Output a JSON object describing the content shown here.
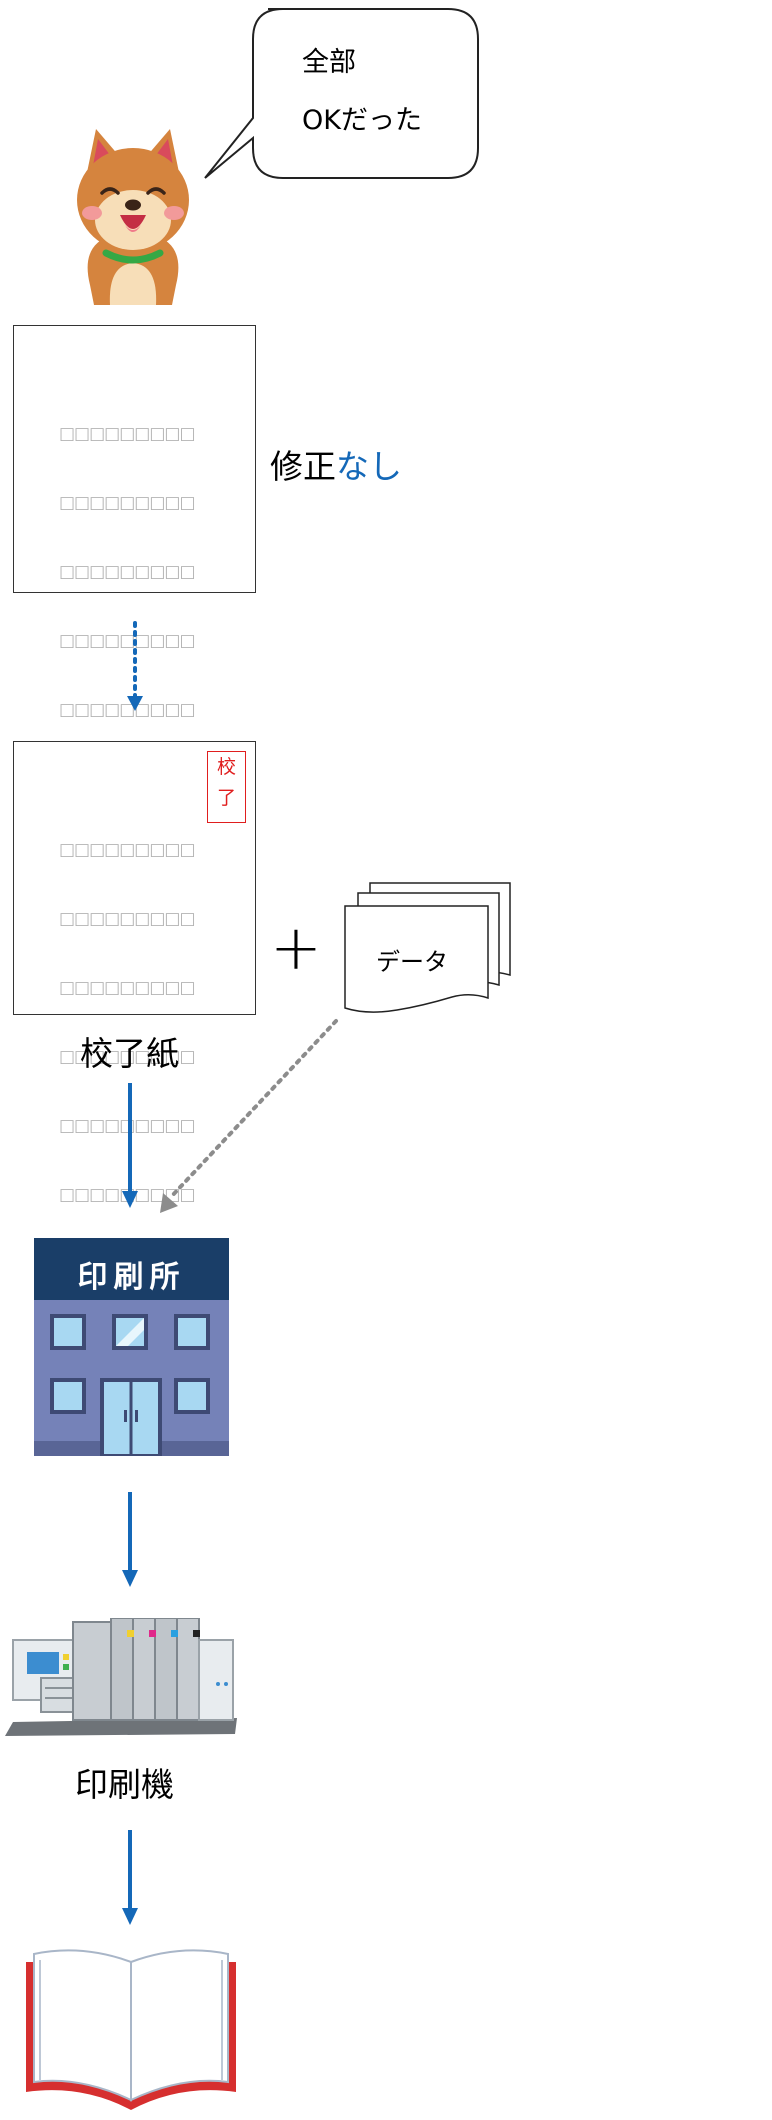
{
  "speech_bubble": {
    "lines": [
      "全部",
      "OKだった"
    ]
  },
  "proof_page": {
    "box_rows": [
      "□□□□□□□□□",
      "□□□□□□□□□",
      "□□□□□□□□□",
      "□□□□□□□□□",
      "□□□□□□□□□",
      "□□□□□□□□□",
      "□□□□□□□□□",
      "□□□□□□。"
    ]
  },
  "correction_label": {
    "prefix": "修正",
    "suffix": "なし"
  },
  "final_proof": {
    "stamp": [
      "校",
      "了"
    ],
    "label": "校了紙"
  },
  "plus": "+",
  "data_doc": {
    "label": "データ"
  },
  "print_shop": {
    "sign": "印刷所"
  },
  "press": {
    "label": "印刷機"
  },
  "colors": {
    "arrow": "#1468b8",
    "dotted_gray": "#8c8c8c",
    "stamp": "#e01e1e",
    "building": "#7582b8",
    "sign": "#1a3e68",
    "book_cover": "#d62f2f"
  }
}
